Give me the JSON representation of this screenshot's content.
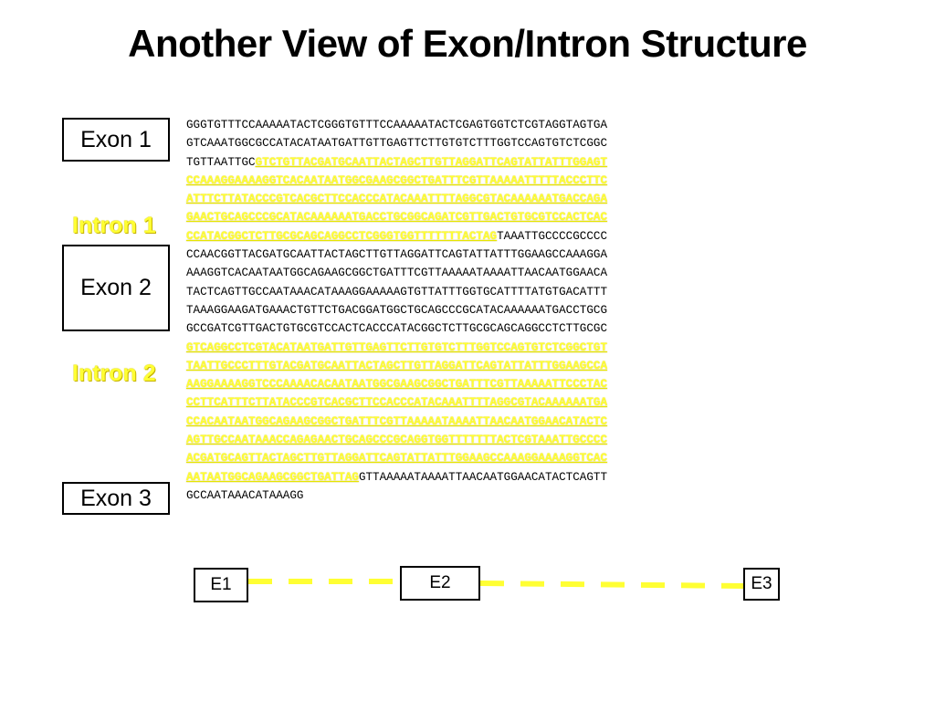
{
  "title": "Another View of Exon/Intron Structure",
  "labels": {
    "exon1": "Exon 1",
    "intron1": "Intron 1",
    "exon2": "Exon 2",
    "intron2": "Intron 2",
    "exon3": "Exon 3"
  },
  "colors": {
    "intron": "#ffff33",
    "exon": "#000000"
  },
  "sequence_lines": [
    [
      {
        "t": "GGGTGTTTCCAAAAATACTCGGGTGTTTCCAAAAATACTCGAGTGGTCTCGTAGGTAGTGA",
        "intron": false
      }
    ],
    [
      {
        "t": "GTCAAATGGCGCCATACATAATGATTGTTGAGTTCTTGTGTCTTTGGTCCAGTGTCTCGGC",
        "intron": false
      }
    ],
    [
      {
        "t": "TGTTAATTGC",
        "intron": false
      },
      {
        "t": "GTCTGTTACGATGCAATTACTAGCTTGTTAGGATTCAGTATTATTTGGAGT",
        "intron": true
      }
    ],
    [
      {
        "t": "CCAAAGGAAAAGGTCACAATAATGGCGAAGCGGCTGATTTCGTTAAAAATTTTTACCCTTC",
        "intron": true
      }
    ],
    [
      {
        "t": "ATTTCTTATACCCGTCACGCTTCCACCCATACAAATTTTAGGCGTACAAAAAATGACCAGA",
        "intron": true
      }
    ],
    [
      {
        "t": "GAACTGCAGCCCGCATACAAAAAATGACCTGCGGCAGATCGTTGACTGTGCGTCCACTCAC",
        "intron": true
      }
    ],
    [
      {
        "t": "CCATACGGCTCTTGCGCAGCAGGCCTCGGGTGGTTTTTTTACTAG",
        "intron": true
      },
      {
        "t": "TAAATTGCCCCGCCCC",
        "intron": false
      }
    ],
    [
      {
        "t": "CCAACGGTTACGATGCAATTACTAGCTTGTTAGGATTCAGTATTATTTGGAAGCCAAAGGA",
        "intron": false
      }
    ],
    [
      {
        "t": "AAAGGTCACAATAATGGCAGAAGCGGCTGATTTCGTTAAAAATAAAATTAACAATGGAACA",
        "intron": false
      }
    ],
    [
      {
        "t": "TACTCAGTTGCCAATAAACATAAAGGAAAAAGTGTTATTTGGTGCATTTTATGTGACATTT",
        "intron": false
      }
    ],
    [
      {
        "t": "TAAAGGAAGATGAAACTGTTCTGACGGATGGCTGCAGCCCGCATACAAAAAATGACCTGCG",
        "intron": false
      }
    ],
    [
      {
        "t": "GCCGATCGTTGACTGTGCGTCCACTCACCCATACGGCTCTTGCGCAGCAGGCCTCTTGCGC",
        "intron": false
      }
    ],
    [
      {
        "t": "GTCAGGCCTCGTACATAATGATTGTTGAGTTCTTGTGTCTTTGGTCCAGTGTCTCGGCTGT",
        "intron": true
      }
    ],
    [
      {
        "t": "TAATTGCCCTTTGTACGATGCAATTACTAGCTTGTTAGGATTCAGTATTATTTGGAAGCCA",
        "intron": true
      }
    ],
    [
      {
        "t": "AAGGAAAAGGTCCCAAAACACAATAATGGCGAAGCGGCTGATTTCGTTAAAAATTCCCTAC",
        "intron": true
      }
    ],
    [
      {
        "t": "CCTTCATTTCTTATACCCGTCACGCTTCCACCCATACAAATTTTAGGCGTACAAAAAATGA",
        "intron": true
      }
    ],
    [
      {
        "t": "CCACAATAATGGCAGAAGCGGCTGATTTCGTTAAAAATAAAATTAACAATGGAACATACTC",
        "intron": true
      }
    ],
    [
      {
        "t": "AGTTGCCAATAAACCAGAGAACTGCAGCCCGCAGGTGGTTTTTTTACTCGTAAATTGCCCC",
        "intron": true
      }
    ],
    [
      {
        "t": "ACGATGCAGTTACTAGCTTGTTAGGATTCAGTATTATTTGGAAGCCAAAGGAAAAGGTCAC",
        "intron": true
      }
    ],
    [
      {
        "t": "AATAATGGCAGAAGCGGCTGATTAG",
        "intron": true
      },
      {
        "t": "GTTAAAAATAAAATTAACAATGGAACATACTCAGTT",
        "intron": false
      }
    ],
    [
      {
        "t": "GCCAATAAACATAAAGG",
        "intron": false
      }
    ]
  ],
  "schematic": {
    "e1": "E1",
    "e2": "E2",
    "e3": "E3",
    "dash_color": "#ffff33"
  }
}
